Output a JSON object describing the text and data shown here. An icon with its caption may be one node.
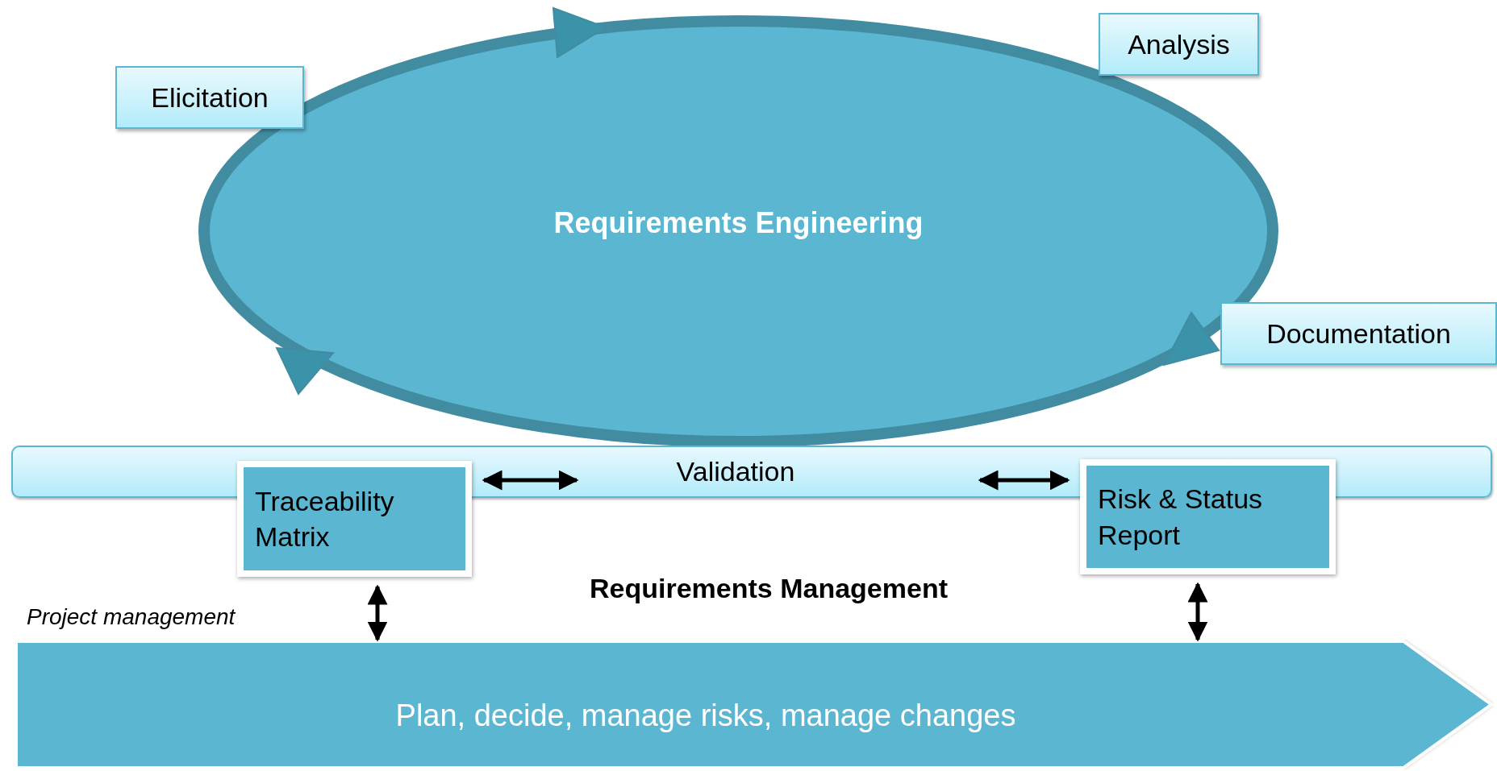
{
  "diagram": {
    "nodes": [
      {
        "text": [
          "Requirements Engineering"
        ]
      },
      {
        "text": [
          "Elicitation"
        ]
      },
      {
        "text": [
          "Analysis"
        ]
      },
      {
        "text": [
          "Documentation"
        ]
      },
      {
        "text": [
          "Validation"
        ]
      },
      {
        "text": [
          "Traceability Matrix"
        ]
      },
      {
        "text": [
          "Risk & Status Report"
        ]
      },
      {
        "text": [
          "Plan, decide, manage risks, manage changes"
        ],
        "beside": [
          "Project management"
        ]
      }
    ],
    "edges": [
      {
        "from": 5,
        "to": 4,
        "arrow": "both"
      },
      {
        "from": 4,
        "to": 6,
        "arrow": "both"
      },
      {
        "from": 5,
        "to": 7,
        "arrow": "both"
      },
      {
        "from": 6,
        "to": 7,
        "arrow": "both"
      }
    ],
    "labels": [
      "Requirements Management"
    ]
  }
}
